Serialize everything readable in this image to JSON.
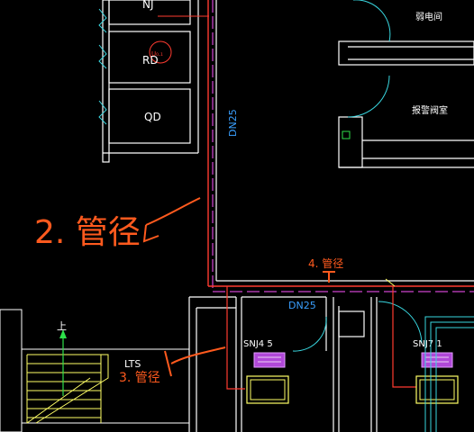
{
  "colors": {
    "background": "#000000",
    "wall": "#ffffff",
    "pipe_red": "#ff3b30",
    "pipe_blue_label": "#3aa0ff",
    "annotation_orange": "#ff5a1e",
    "dash_magenta": "#ff55ff",
    "cyan": "#39d7e0",
    "yellow": "#ffff66",
    "green": "#2ee04a",
    "purple_unit": "#b048d8"
  },
  "rooms": {
    "nj": "NJ",
    "rd": "RD",
    "qd": "QD",
    "weak_room": "弱电间",
    "alarm_room": "报警阀室",
    "rd_symbol": "U₀.₁"
  },
  "pipes": {
    "dn25_vertical": "DN25",
    "dn25_horizontal": "DN25"
  },
  "annotations": {
    "note_2": "2. 管径",
    "note_3": "3. 管径",
    "note_4": "4. 管径"
  },
  "labels": {
    "stair_up": "上",
    "lts": "LTS",
    "snj45": "SNJ4 5",
    "snj71": "SNJ7 1"
  },
  "icons": [
    "arrow-icon",
    "stair-arrow-icon",
    "cabinet-icon"
  ]
}
